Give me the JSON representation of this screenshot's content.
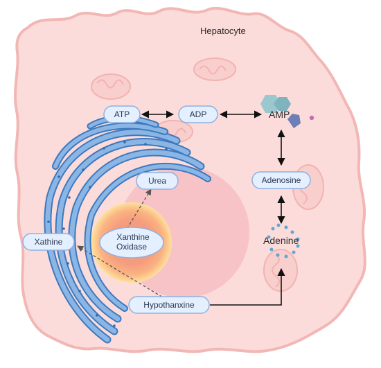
{
  "cell_label": "Hepatocyte",
  "nodes": {
    "atp": "ATP",
    "adp": "ADP",
    "amp": "AMP",
    "adenosine": "Adenosine",
    "adenine": "Adenine",
    "urea": "Urea",
    "xathine": "Xathine",
    "xanthine_oxidase_line1": "Xanthine",
    "xanthine_oxidase_line2": "Oxidase",
    "hypothanxine": "Hypothanxine"
  },
  "colors": {
    "cell_fill": "#fbdcda",
    "cell_outline": "#f2b7b4",
    "nucleus": "#f7c3c6",
    "er": "#6b9fd6",
    "enzyme_core": "#f59a7a",
    "enzyme_glow": "#fde29a",
    "pill_fill": "#e4efff",
    "pill_border": "#8fb1e0",
    "arrow": "#111111"
  }
}
